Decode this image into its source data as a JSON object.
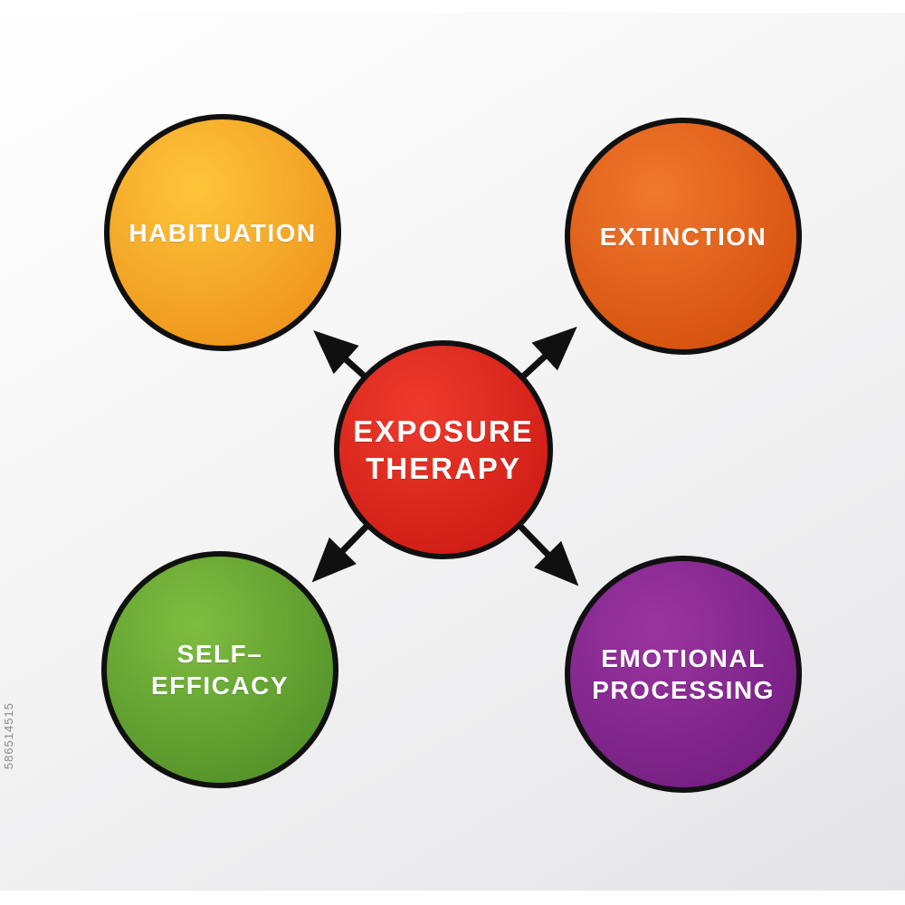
{
  "diagram": {
    "type": "mind-map",
    "center": {
      "id": "exposure-therapy",
      "label": "EXPOSURE\nTHERAPY",
      "colors": {
        "hi": "#ee3b2d",
        "lo": "#d01d15"
      },
      "text_color": "#ffffff"
    },
    "nodes": [
      {
        "id": "habituation",
        "label": "HABITUATION",
        "colors": {
          "hi": "#fdc53b",
          "lo": "#ef961c"
        },
        "text_color": "#ffffff"
      },
      {
        "id": "extinction",
        "label": "EXTINCTION",
        "colors": {
          "hi": "#f0782d",
          "lo": "#d6520f"
        },
        "text_color": "#ffffff"
      },
      {
        "id": "self-efficacy",
        "label": "SELF–EFFICACY",
        "colors": {
          "hi": "#7fbd41",
          "lo": "#549329"
        },
        "text_color": "#ffffff"
      },
      {
        "id": "emotional-processing",
        "label": "EMOTIONAL\nPROCESSING",
        "colors": {
          "hi": "#9a35a0",
          "lo": "#761f83"
        },
        "text_color": "#ffffff"
      }
    ],
    "outline_color": "#101010",
    "arrow_color": "#101010",
    "watermark": "586514515"
  }
}
